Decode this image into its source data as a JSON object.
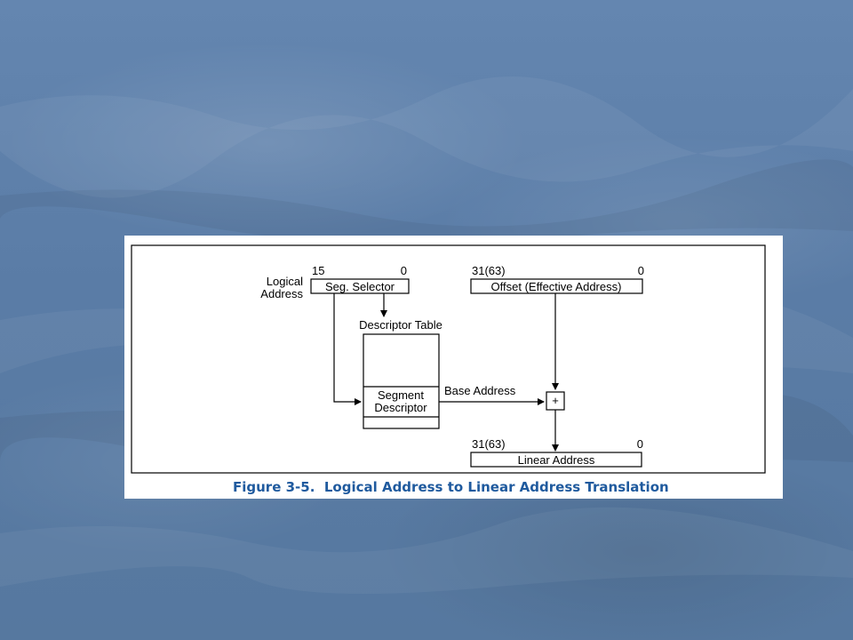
{
  "figure": {
    "caption": "Figure 3-5.  Logical Address to Linear Address Translation",
    "logical_address_label_line1": "Logical",
    "logical_address_label_line2": "Address",
    "selector": {
      "label": "Seg. Selector",
      "high_bit": "15",
      "low_bit": "0"
    },
    "offset": {
      "label": "Offset (Effective Address)",
      "high_bit": "31(63)",
      "low_bit": "0"
    },
    "descriptor_table": {
      "label": "Descriptor Table",
      "entry_line1": "Segment",
      "entry_line2": "Descriptor"
    },
    "base_address_label": "Base Address",
    "adder_symbol": "+",
    "linear_address": {
      "label": "Linear Address",
      "high_bit": "31(63)",
      "low_bit": "0"
    }
  }
}
